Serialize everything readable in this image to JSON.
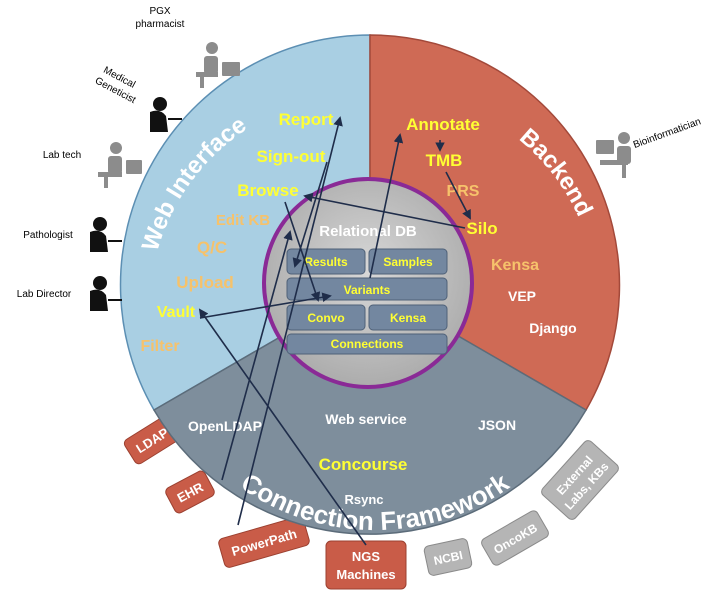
{
  "colors": {
    "web_interface": "#a9cfe3",
    "backend": "#cf6a55",
    "connection": "#7e8e9c",
    "core": "#bfbfbf",
    "core_ring": "#8a2a96",
    "db_box": "#7387a0",
    "label_yellow": "#ffff33",
    "label_orange": "#f6c26b",
    "tag_red": "#c95c48",
    "tag_gray": "#b5b5b5"
  },
  "sections": {
    "web_interface": "Web Interface",
    "backend": "Backend",
    "connection": "Connection Framework"
  },
  "web_items": {
    "report": "Report",
    "signout": "Sign-out",
    "browse": "Browse",
    "edit_kb": "Edit KB",
    "qc": "Q/C",
    "upload": "Upload",
    "vault": "Vault",
    "filter": "Filter"
  },
  "backend_items": {
    "annotate": "Annotate",
    "tmb": "TMB",
    "prs": "PRS",
    "silo": "Silo",
    "kensa": "Kensa",
    "vep": "VEP",
    "django": "Django"
  },
  "connection_items": {
    "openldap": "OpenLDAP",
    "web_service": "Web service",
    "json": "JSON",
    "concourse": "Concourse",
    "rsync": "Rsync"
  },
  "core": {
    "title": "Relational DB",
    "results": "Results",
    "samples": "Samples",
    "variants": "Variants",
    "convo": "Convo",
    "kensa": "Kensa",
    "connections": "Connections"
  },
  "tags_red": {
    "ldap": "LDAP",
    "ehr": "EHR",
    "powerpath": "PowerPath",
    "ngs_line1": "NGS",
    "ngs_line2": "Machines"
  },
  "tags_gray": {
    "ncbi": "NCBI",
    "oncokb": "OncoKB",
    "external_line1": "External",
    "external_line2": "Labs, KBs"
  },
  "users": {
    "pgx_line1": "PGX",
    "pgx_line2": "pharmacist",
    "medgen_line1": "Medical",
    "medgen_line2": "Geneticist",
    "labtech": "Lab tech",
    "pathologist": "Pathologist",
    "labdirector": "Lab Director",
    "bioinformatician": "Bioinformatician"
  }
}
